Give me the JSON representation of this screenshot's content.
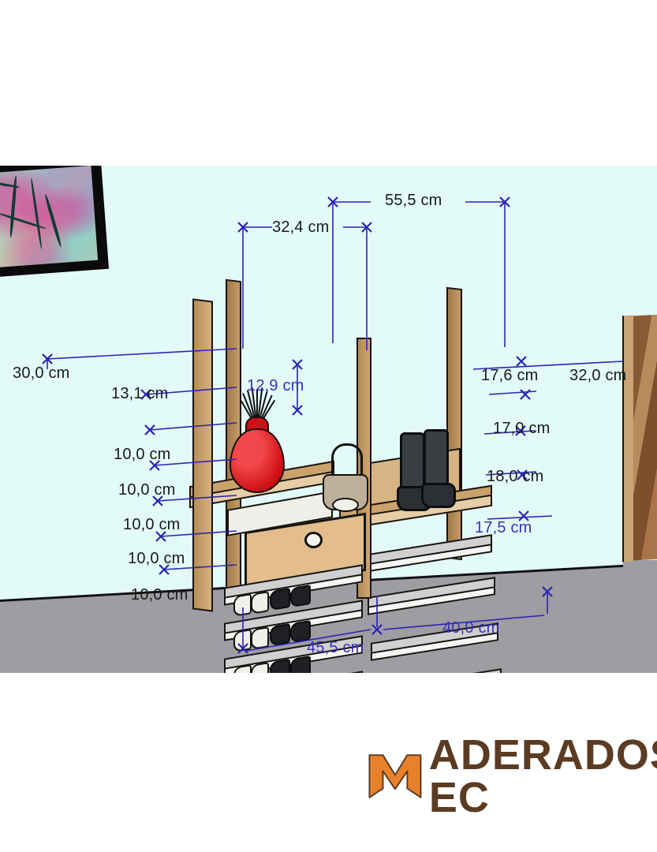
{
  "scene": {
    "description": "3D design render of a wooden shoe rack with drawer, shoes, boots, handbag and vase, annotated with dimensions",
    "wall_color": "#e2faf8",
    "floor_color": "#9d9da2",
    "wood_color": "#c8a16a",
    "shelf_color": "#cfd0cf",
    "dimension_color": "#2d23b5"
  },
  "dimensions": {
    "top": [
      {
        "id": "width-total",
        "value": "55,5 cm"
      },
      {
        "id": "width-left-unit",
        "value": "32,4 cm"
      }
    ],
    "left": [
      {
        "id": "top-board-height",
        "value": "30,0 cm"
      },
      {
        "id": "drawer-gap",
        "value": "13,1 cm"
      },
      {
        "id": "shelf-gap-1",
        "value": "10,0 cm"
      },
      {
        "id": "shelf-gap-2",
        "value": "10,0 cm"
      },
      {
        "id": "shelf-gap-3",
        "value": "10,0 cm"
      },
      {
        "id": "shelf-gap-4",
        "value": "10,0 cm"
      },
      {
        "id": "shelf-gap-5",
        "value": "10,0 cm"
      }
    ],
    "center": [
      {
        "id": "drawer-height",
        "value": "12,9 cm"
      }
    ],
    "right": [
      {
        "id": "right-top-gap",
        "value": "17,6 cm"
      },
      {
        "id": "right-depth",
        "value": "32,0 cm"
      },
      {
        "id": "right-shelf-gap-1",
        "value": "17,0 cm"
      },
      {
        "id": "right-shelf-gap-2",
        "value": "18,0 cm"
      },
      {
        "id": "right-shelf-gap-3",
        "value": "17,5 cm"
      }
    ],
    "bottom": [
      {
        "id": "base-width",
        "value": "45,5 cm"
      },
      {
        "id": "base-depth",
        "value": "40,0 cm"
      }
    ]
  },
  "logo": {
    "mark_letter": "M",
    "mark_color": "#e8812b",
    "wordmark": "ADERADOS EC",
    "wordmark_color": "#5b3b22",
    "full_name": "MADERADOS EC"
  }
}
